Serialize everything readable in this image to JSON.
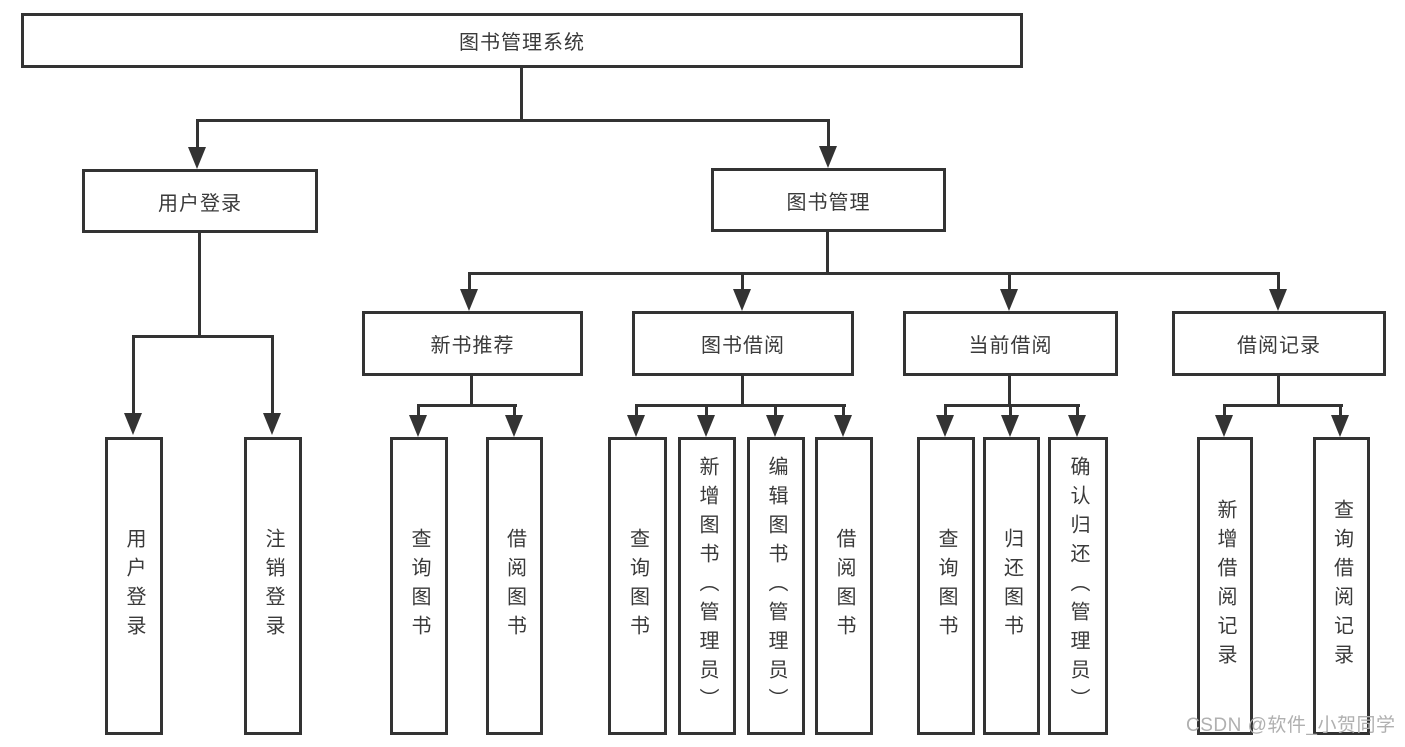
{
  "title": {
    "label": "图书管理系统"
  },
  "branches": {
    "user_login": {
      "label": "用户登录",
      "children": [
        {
          "label": "用户登录"
        },
        {
          "label": "注销登录"
        }
      ]
    },
    "book_management": {
      "label": "图书管理",
      "sections": [
        {
          "label": "新书推荐",
          "children": [
            {
              "label": "查询图书"
            },
            {
              "label": "借阅图书"
            }
          ]
        },
        {
          "label": "图书借阅",
          "children": [
            {
              "label": "查询图书"
            },
            {
              "label": "新增图书（管理员）"
            },
            {
              "label": "编辑图书（管理员）"
            },
            {
              "label": "借阅图书"
            }
          ]
        },
        {
          "label": "当前借阅",
          "children": [
            {
              "label": "查询图书"
            },
            {
              "label": "归还图书"
            },
            {
              "label": "确认归还（管理员）"
            }
          ]
        },
        {
          "label": "借阅记录",
          "children": [
            {
              "label": "新增借阅记录"
            },
            {
              "label": "查询借阅记录"
            }
          ]
        }
      ]
    }
  },
  "watermark": "CSDN @软件_小贺同学",
  "colors": {
    "line": "#333333",
    "text": "#3a3a3a",
    "background": "#ffffff",
    "watermark": "#b0b0b0"
  }
}
